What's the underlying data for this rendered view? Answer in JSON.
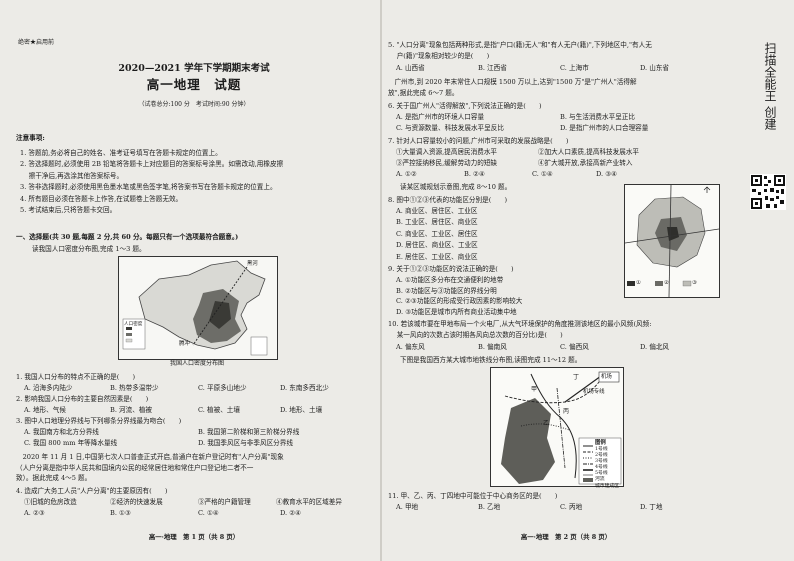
{
  "left": {
    "confidential": "绝密★启用前",
    "title_line1": "2020—2021 学年下学期期末考试",
    "title_line2": "高一地理　试题",
    "score_time": "（试卷总分:100 分　考试时间:90 分钟）",
    "notice_heading": "注意事项:",
    "notices": [
      "1. 答题前,务必将自己的姓名、准考证号填写在答题卡规定的位置上。",
      "2. 答选择题时,必须使用 2B 铅笔将答题卡上对应题目的答案标号涂黑。如需改动,用橡皮擦",
      "　 擦干净后,再选涂其他答案标号。",
      "3. 答非选择题时,必须使用黑色墨水笔或黑色签字笔,将答案书写在答题卡规定的位置上。",
      "4. 所有题目必须在答题卡上作答,在试题卷上答题无效。",
      "5. 考试结束后,只将答题卡交回。"
    ],
    "section1": "一、选择题(共 30 题,每题 2 分,共 60 分。每题只有一个选项最符合题意。)",
    "map1_intro": "读我国人口密度分布图,完成 1～3 题。",
    "map1_caption": "我国人口密度分布图",
    "map1_label_heihe": "黑河",
    "map1_label_tengchong": "腾冲",
    "map1_legend": "人口密度",
    "q1": "1. 我国人口分布的特点不正确的是(　　)",
    "q1_opts": [
      "A. 沿海多内陆少",
      "B. 热带多温带少",
      "C. 平原多山地少",
      "D. 东南多西北少"
    ],
    "q2": "2. 影响我国人口分布的主要自然因素是(　　)",
    "q2_opts": [
      "A. 地形、气候",
      "B. 河流、植被",
      "C. 植被、土壤",
      "D. 地形、土壤"
    ],
    "q3": "3. 图中人口地理分界线与下列哪条分界线最为吻合(　　)",
    "q3_opts": [
      "A. 我国南方和北方分界线",
      "B. 我国第二阶梯和第三阶梯分界线",
      "C. 我国 800 mm 年等降水量线",
      "D. 我国季风区与非季风区分界线"
    ],
    "passage1": [
      "　2020 年 11 月 1 日,中国第七次人口普查正式开启,普通户在新户登记时有\"人户分离\"现象",
      "（人户分离是指中华人民共和国境内公民的经常居住地和常住户口登记地二者不一",
      "致）。据此完成 4～5 题。"
    ],
    "q4": "4. 造成广大务工人员\"人户分离\"的主要原因有(　　)",
    "q4_items": [
      "①旧城的危房改造",
      "②经济的快速发展",
      "③严格的户籍管理",
      "④教育水平的区域差异"
    ],
    "q4_opts": [
      "A. ②③",
      "B. ①③",
      "C. ①④",
      "D. ②④"
    ],
    "footer": "高一·地理　第 1 页（共 8 页）"
  },
  "right": {
    "q5": [
      "5. \"人口分离\"现象包括两种形式,是指\"户口(籍)无人\"和\"有人无户(籍)\",下列地区中,\"有人无",
      "　 户(籍)\"现象相对较少的是(　　)"
    ],
    "q5_opts": [
      "A. 山西省",
      "B. 江西省",
      "C. 上海市",
      "D. 山东省"
    ],
    "passage2": [
      "　广州市,到 2020 年末常住人口规模 1500 万以上,达到\"1500 万\"是\"广州人\"活得解",
      "放\",据此完成 6～7 题。"
    ],
    "q6": "6. 关于国广州人\"活得解放\",下列说法正确的是(　　)",
    "q6_opts": [
      "A. 是指广州市的环境人口容量",
      "B. 与生活消费水平呈正比",
      "C. 与资源数量、科技发展水平呈反比",
      "D. 是指广州市的人口合理容量"
    ],
    "q7": "7. 针对人口容量较小的问题,广州市可采取的发展战略是(　　)",
    "q7_items": [
      "①大量调入资源,提高居民消费水平",
      "②加大人口素质,提高科技发展水平",
      "③严控接纳移民,缓解劳动力的短缺",
      "④扩大城开放,承接高新产业转入"
    ],
    "q7_opts": [
      "A. ①②",
      "B. ②④",
      "C. ①④",
      "D. ③④"
    ],
    "map2_intro": "读某区城规划示意图,完成 8～10 题。",
    "q8": "8. 图中①②③代表的功能区分别是(　　)",
    "q8_opts": [
      "A. 商业区、居住区、工业区",
      "B. 工业区、居住区、商业区",
      "C. 商业区、工业区、居住区",
      "D. 居住区、商业区、工业区",
      "E. 居住区、工业区、商业区"
    ],
    "q9": "9. 关于①②③功能区的说法正确的是(　　)",
    "q9_opts": [
      "A. ①功能区多分布在交通便利的地带",
      "B. ②功能区与③功能区的界线分明",
      "C. ②③功能区的形成受行政因素的影响较大",
      "D. ③功能区是城市内所有商业活动集中地"
    ],
    "q10": [
      "10. 若该城市要在甲地布局一个火电厂,从大气环境保护的角度推测该地区的最小风频(风频:",
      "　 某一风向的次数占该时期各风向总次数的百分比)是(　　)"
    ],
    "q10_opts": [
      "A. 偏东风",
      "B. 偏南风",
      "C. 偏西风",
      "D. 偏北风"
    ],
    "map3_intro": "下图是我国西方某大城市地铁线分布图,读图完成 11～12 题。",
    "map3_labels": [
      "甲",
      "乙",
      "丙",
      "丁",
      "机场",
      "机场专线"
    ],
    "map3_legend_title": "图例",
    "map3_legend": [
      "1号线",
      "2号线",
      "3号线",
      "4号线",
      "5号线",
      "河流",
      "城市建成区"
    ],
    "q11": "11. 甲、乙、丙、丁四地中可能位于中心商务区的是(　　)",
    "q11_opts": [
      "A. 甲地",
      "B. 乙地",
      "C. 丙地",
      "D. 丁地"
    ],
    "footer": "高一·地理　第 2 页（共 8 页）"
  },
  "side_text": "扫描全能王 创建",
  "map2_legend": [
    "①",
    "②",
    "③"
  ]
}
